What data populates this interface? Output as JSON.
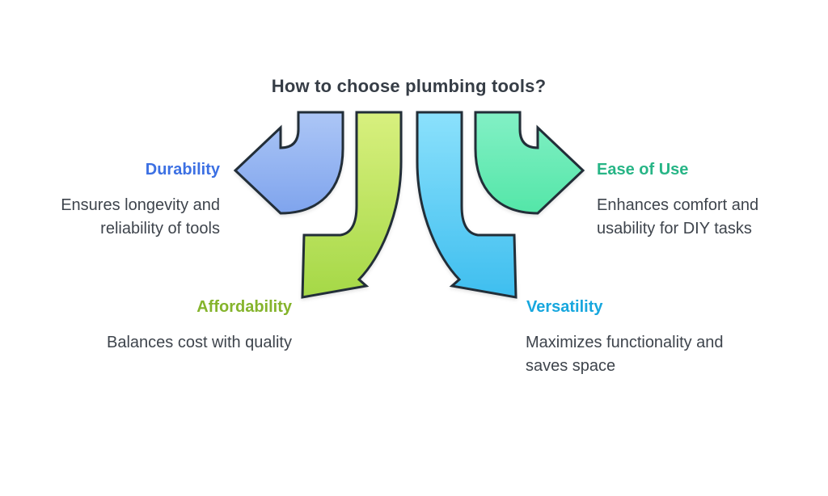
{
  "title": "How to choose plumbing tools?",
  "diagram": {
    "type": "radiating-arrows-infographic",
    "background": "#FFFFFF",
    "outline_color": "#242E39",
    "sections_order": [
      "durability",
      "affordability",
      "versatility",
      "ease_of_use"
    ]
  },
  "sections": {
    "durability": {
      "label": "Durability",
      "label_color": "#3C70E3",
      "desc_lines": [
        "Ensures longevity and",
        "reliability of tools"
      ],
      "position": "left",
      "arrow": {
        "direction": "left",
        "gradient": [
          "#ACC6F6",
          "#7FA4ED"
        ]
      }
    },
    "affordability": {
      "label": "Affordability",
      "label_color": "#85B42C",
      "desc_lines": [
        "Balances cost with quality"
      ],
      "position": "bottom-left",
      "arrow": {
        "direction": "down-left",
        "gradient": [
          "#D8F07E",
          "#A5D847"
        ]
      }
    },
    "versatility": {
      "label": "Versatility",
      "label_color": "#17A7DE",
      "desc_lines": [
        "Maximizes functionality and",
        "saves space"
      ],
      "position": "bottom-right",
      "arrow": {
        "direction": "down-right",
        "gradient": [
          "#8BE1FC",
          "#3EBEEF"
        ]
      }
    },
    "ease_of_use": {
      "label": "Ease of Use",
      "label_color": "#27B586",
      "desc_lines": [
        "Enhances comfort and",
        "usability for DIY tasks"
      ],
      "position": "right",
      "arrow": {
        "direction": "right",
        "gradient": [
          "#82F0C5",
          "#54E6A8"
        ]
      }
    }
  }
}
